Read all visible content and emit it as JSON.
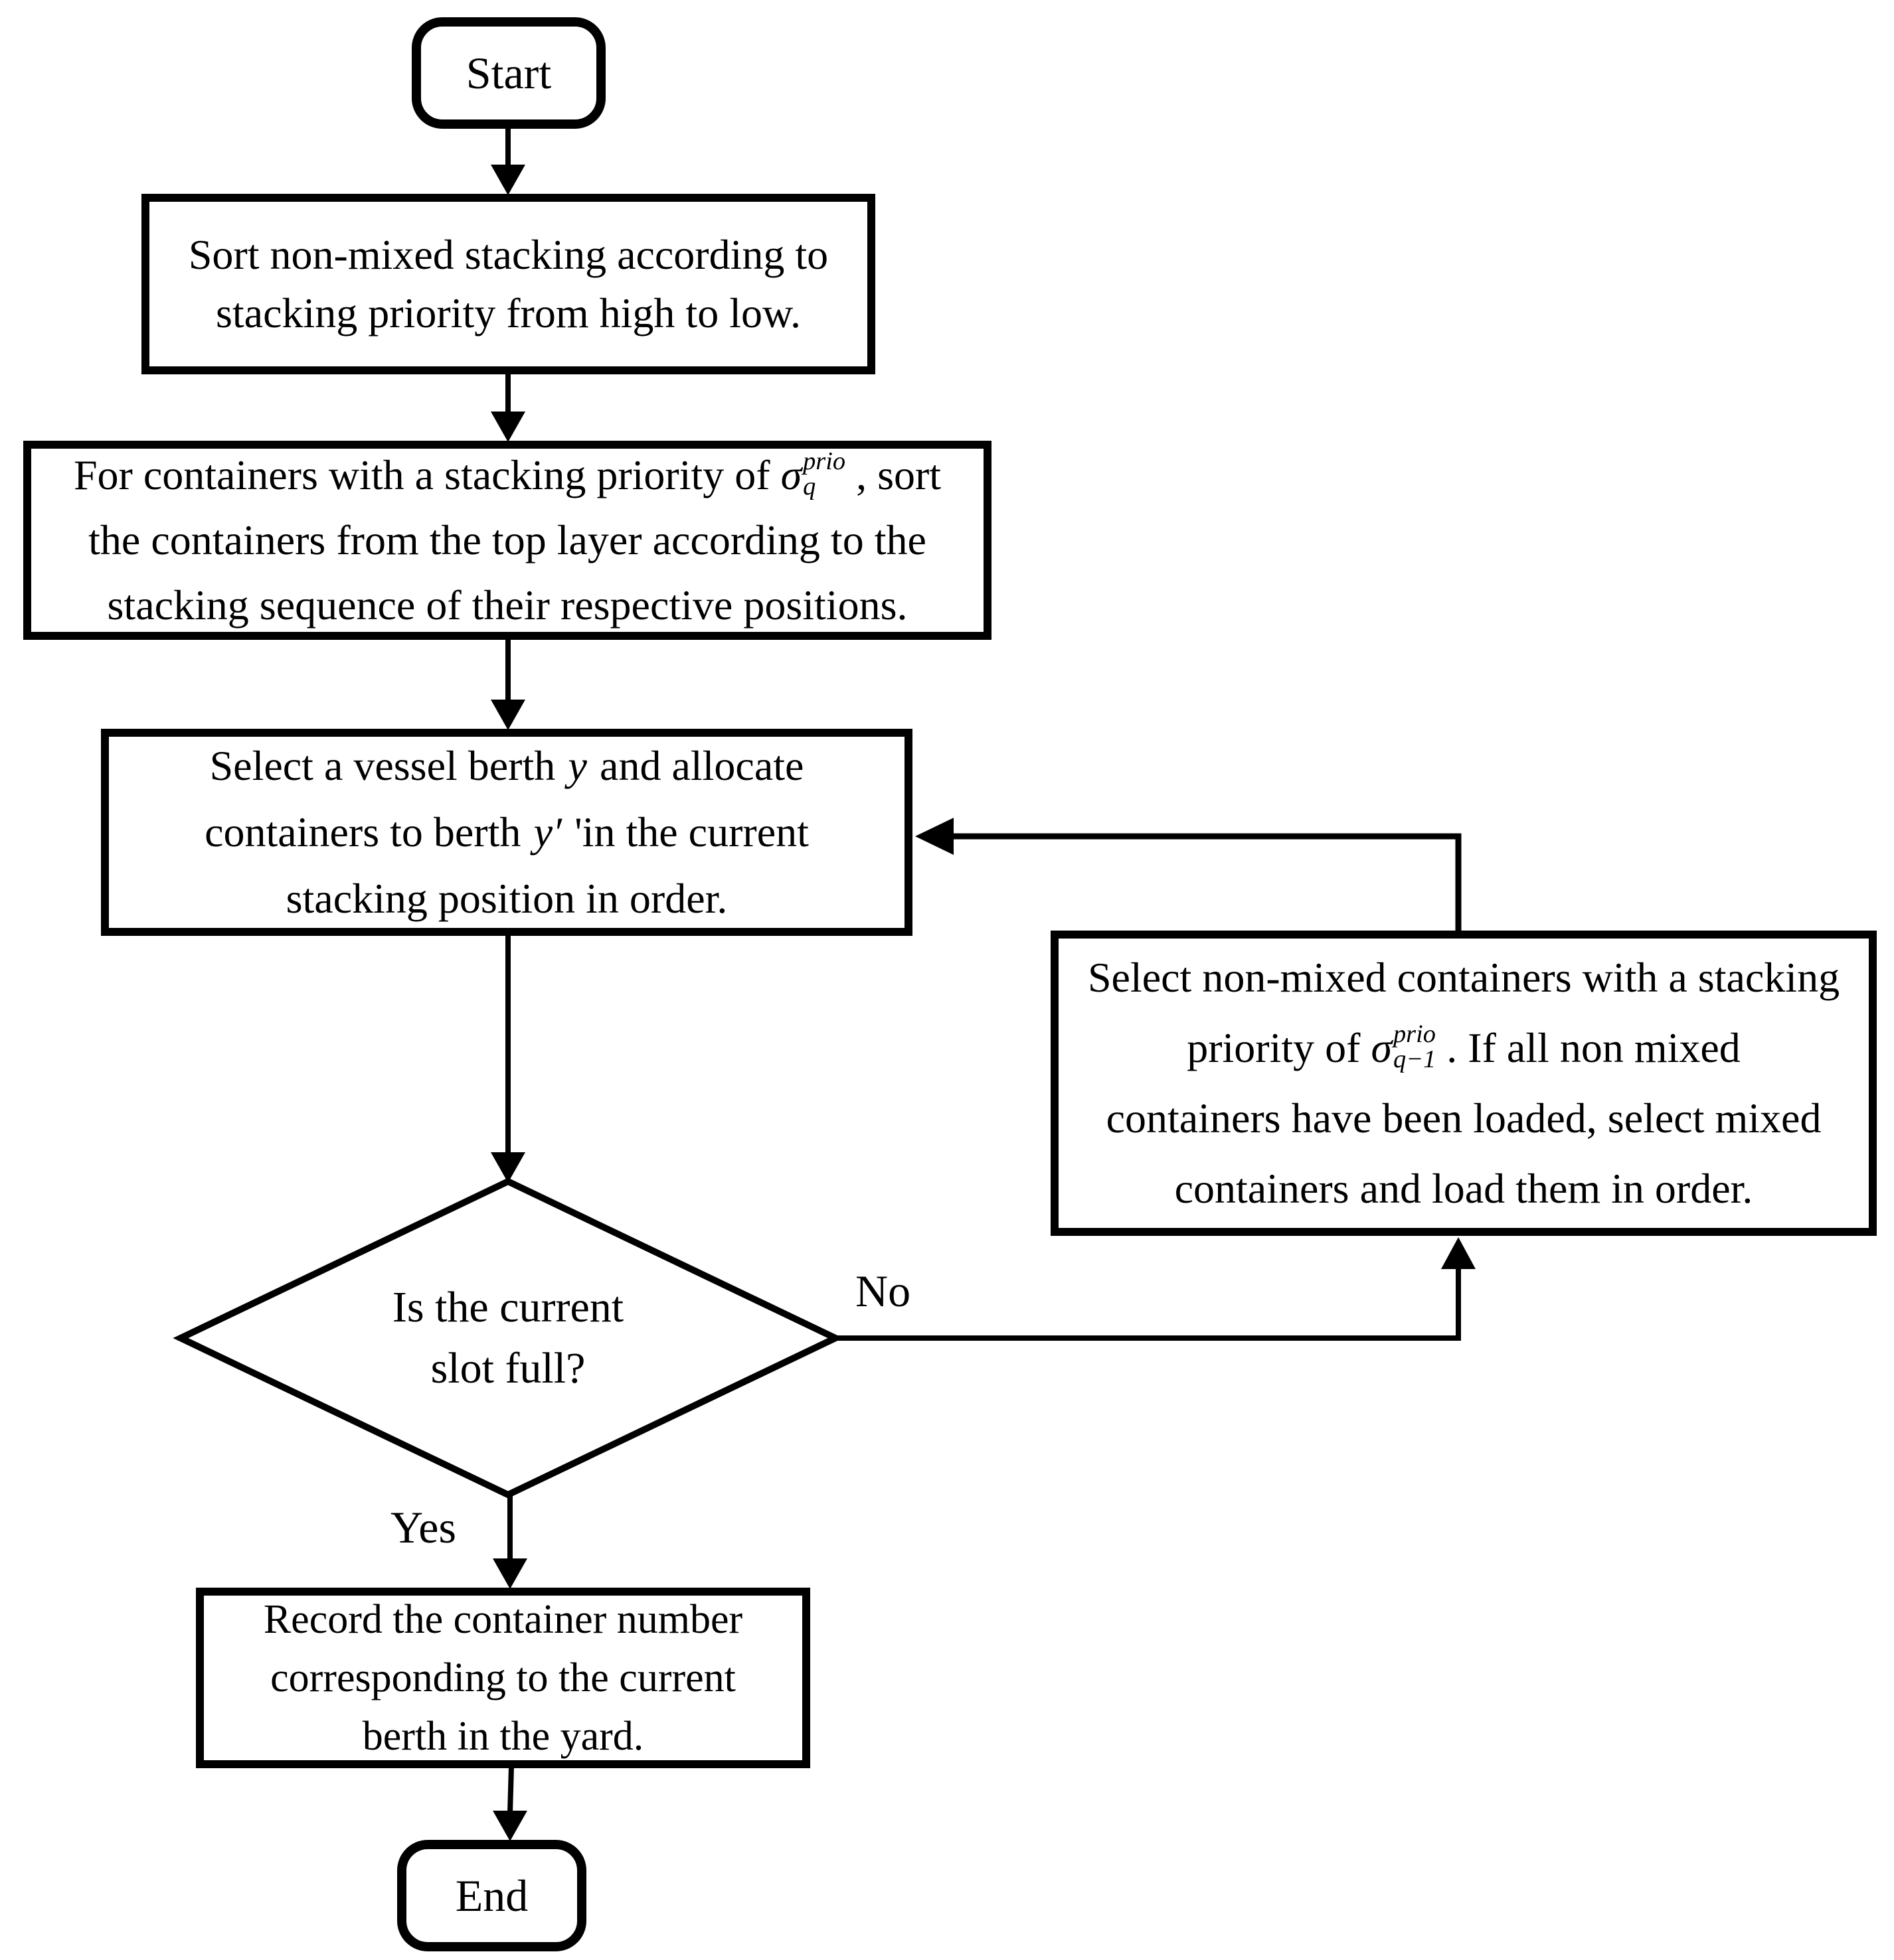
{
  "title": "Container stacking algorithm flowchart",
  "colors": {
    "background": "#ffffff",
    "line": "#000000",
    "text": "#000000"
  },
  "nodes": {
    "start": {
      "label": "Start"
    },
    "sort": {
      "lines": [
        "Sort non-mixed stacking according to",
        "stacking priority from high to low."
      ]
    },
    "priority_sort": {
      "line1_before": "For containers with a stacking priority of",
      "formula": {
        "sigma": "σ",
        "sup": "prio",
        "sub": "q"
      },
      "line1_after": ", sort",
      "line2": "the containers from the top layer according to the",
      "line3": "stacking sequence of their respective positions."
    },
    "select_berth": {
      "line1_before": "Select a vessel berth",
      "line1_math": "y",
      "line1_after": "and allocate",
      "line2_before": "containers to berth",
      "line2_math": "y′",
      "line2_after": "'in the current",
      "line3": "stacking position in order."
    },
    "decision": {
      "lines": [
        "Is the current",
        "slot full?"
      ]
    },
    "select_next": {
      "line1": "Select non-mixed containers with a stacking",
      "line2_before": "priority of",
      "formula": {
        "sigma": "σ",
        "sup": "prio",
        "sub": "q−1"
      },
      "line2_after": ". If all non mixed",
      "line3": "containers have been loaded, select mixed",
      "line4": "containers and load them in order."
    },
    "record": {
      "lines": [
        "Record the container number",
        "corresponding to the current",
        "berth in the yard."
      ]
    },
    "end": {
      "label": "End"
    }
  },
  "edges": {
    "yes_label": "Yes",
    "no_label": "No"
  }
}
